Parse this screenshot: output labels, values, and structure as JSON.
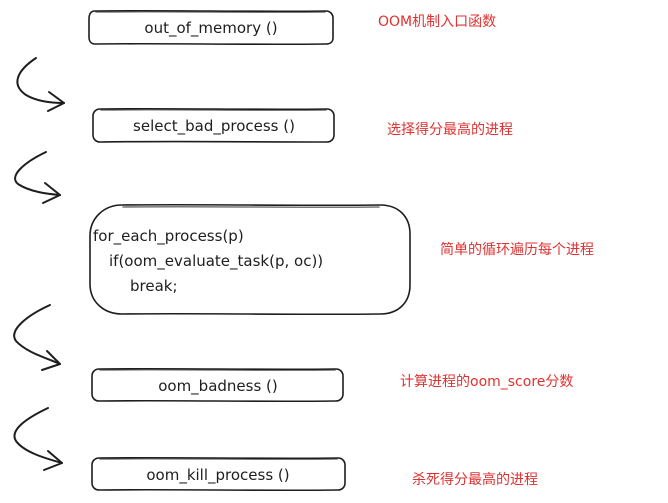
{
  "steps": {
    "out_of_memory": {
      "label": "out_of_memory ()",
      "note": "OOM机制入口函数"
    },
    "select_bad_process": {
      "label": "select_bad_process ()",
      "note": "选择得分最高的进程"
    },
    "for_each_process": {
      "lines": [
        "for_each_process(p)",
        "if(oom_evaluate_task(p, oc))",
        "break;"
      ],
      "note": "简单的循环遍历每个进程"
    },
    "oom_badness": {
      "label": "oom_badness ()",
      "note": "计算进程的oom_score分数"
    },
    "oom_kill_process": {
      "label": "oom_kill_process ()",
      "note": "杀死得分最高的进程"
    }
  }
}
